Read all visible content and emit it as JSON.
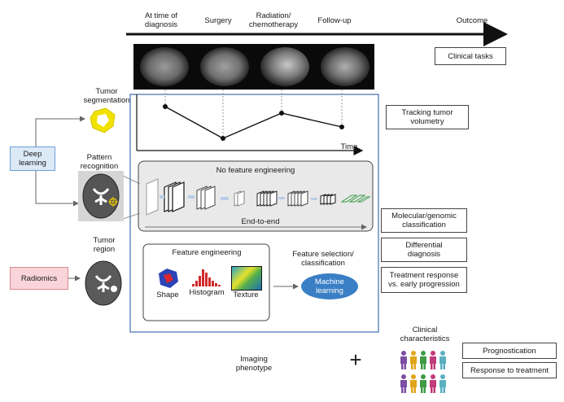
{
  "timeline": {
    "stages": [
      "At time of\ndiagnosis",
      "Surgery",
      "Radiation/\nchemotherapy",
      "Follow-up"
    ],
    "outcome_label": "Outcome"
  },
  "clinical_tasks_label": "Clinical tasks",
  "tracking_label": "Tracking tumor\nvolumetry",
  "volumetry_plot": {
    "xlabel": "Time"
  },
  "left": {
    "deep_learning": "Deep\nlearning",
    "radiomics": "Radiomics",
    "tumor_segmentation": "Tumor\nsegmentation",
    "pattern_recognition": "Pattern\nrecognition",
    "tumor_region": "Tumor\nregion"
  },
  "dl_panel": {
    "title": "No feature engineering",
    "end_to_end": "End-to-end"
  },
  "radiomics_panel": {
    "title": "Feature engineering",
    "shape": "Shape",
    "histogram": "Histogram",
    "texture": "Texture",
    "selection_label": "Feature selection/\nclassification",
    "ml_label": "Machine\nlearning"
  },
  "tasks": {
    "molecular": "Molecular/genomic\nclassification",
    "differential": "Differential\ndiagnosis",
    "treatment": "Treatment response\nvs. early progression",
    "prognostication": "Prognostication",
    "response": "Response to treatment"
  },
  "bottom": {
    "imaging_phenotype": "Imaging\nphenotype",
    "plus": "+",
    "clinical_characteristics": "Clinical\ncharacteristics"
  },
  "colors": {
    "deep_learning_fill": "#dce9f7",
    "deep_learning_border": "#6e9fd4",
    "radiomics_fill": "#f9d4d8",
    "radiomics_border": "#d98a93",
    "main_frame": "#3f6fb0",
    "ml_ellipse": "#3a7fc5",
    "people": [
      "#7d4fa3",
      "#e2a51a",
      "#3f9b46",
      "#c23b7a",
      "#5bb0c0"
    ]
  }
}
